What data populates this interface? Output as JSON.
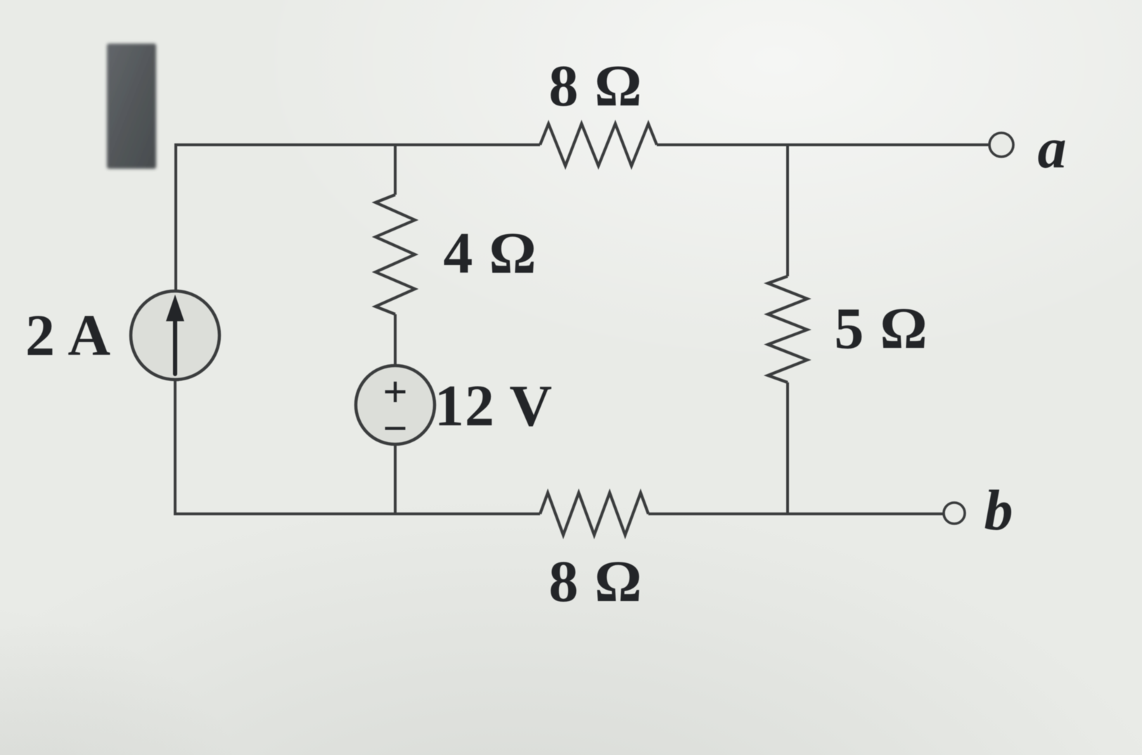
{
  "colors": {
    "paper": "#e9ebe7",
    "ink": "#3a3c3d",
    "text": "#232528",
    "redaction": "#54575a",
    "source_fill": "#dcded9"
  },
  "circuit": {
    "current_source": {
      "label": "2 A",
      "direction": "up"
    },
    "voltage_source": {
      "label": "12 V",
      "plus": "+",
      "minus": "−"
    },
    "resistor_top": {
      "label": "8 Ω"
    },
    "resistor_middle": {
      "label": "4 Ω"
    },
    "resistor_right": {
      "label": "5 Ω"
    },
    "resistor_bottom": {
      "label": "8 Ω"
    },
    "terminal_a": "a",
    "terminal_b": "b"
  }
}
